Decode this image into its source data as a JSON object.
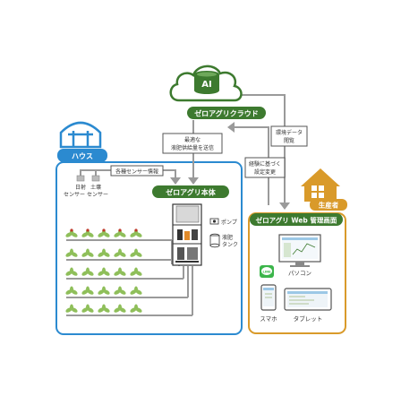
{
  "cloud": {
    "badge": "AI",
    "label": "ゼロアグリクラウド",
    "icon": "cloud-database-icon"
  },
  "house": {
    "label": "ハウス",
    "icon": "greenhouse-icon"
  },
  "farmer": {
    "label": "生産者",
    "icon": "farmhouse-icon"
  },
  "main_unit": {
    "label": "ゼロアグリ本体"
  },
  "web": {
    "label": "ゼロアグリ Web 管理画面"
  },
  "notes": {
    "send_line1": "最適な",
    "send_line2": "液肥供給量を送信",
    "sensor_info": "各種センサー情報",
    "env_line1": "環境データ",
    "env_line2": "閲覧",
    "exp_line1": "経験に基づく",
    "exp_line2": "設定変更"
  },
  "sensors": {
    "solar_line1": "日射",
    "solar_line2": "センサー",
    "soil_line1": "土壌",
    "soil_line2": "センサー"
  },
  "equipment": {
    "pump": "ポンプ",
    "tank_line1": "液肥",
    "tank_line2": "タンク"
  },
  "devices": {
    "pc": "パソコン",
    "phone": "スマホ",
    "tablet": "タブレット",
    "line_badge": "LINE"
  },
  "colors": {
    "green": "#3d7a2f",
    "blue": "#2b8ad0",
    "orange": "#d99a2a",
    "gray": "#9a9a9a",
    "plant": "#8fbf5a"
  }
}
